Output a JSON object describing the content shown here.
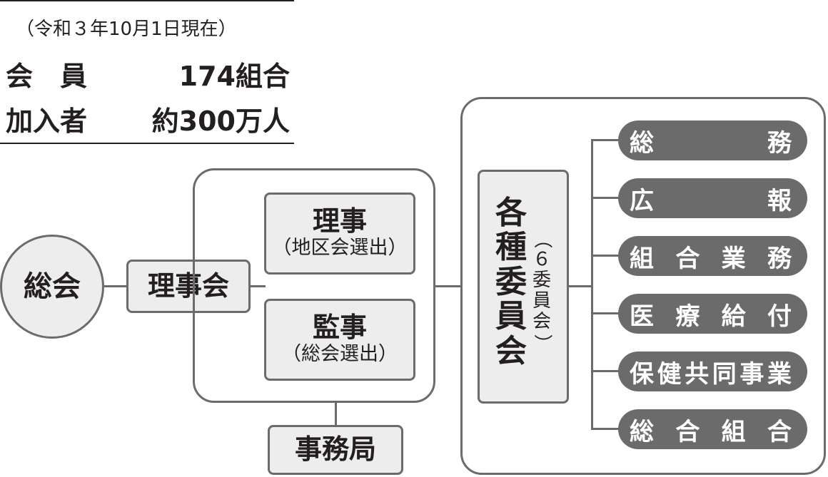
{
  "header": {
    "date_note": "（令和３年10月1日現在）",
    "members_label": "会　員",
    "members_value": "174組合",
    "subscribers_label": "加入者",
    "subscribers_value": "約300万人"
  },
  "org": {
    "general_meeting": "総会",
    "board": "理事会",
    "directors_title": "理事",
    "directors_note": "（地区会選出）",
    "auditors_title": "監事",
    "auditors_note": "（総会選出）",
    "secretariat": "事務局",
    "committees_title": [
      "各",
      "種",
      "委",
      "員",
      "会"
    ],
    "committees_note": [
      "（",
      "６",
      "委",
      "員",
      "会",
      "）"
    ],
    "committees": [
      {
        "left": "総",
        "right": "務"
      },
      {
        "left": "広",
        "right": "報"
      },
      {
        "chars": [
          "組",
          "合",
          "業",
          "務"
        ]
      },
      {
        "chars": [
          "医",
          "療",
          "給",
          "付"
        ]
      },
      {
        "chars": [
          "保",
          "健",
          "共",
          "同",
          "事",
          "業"
        ]
      },
      {
        "chars": [
          "総",
          "合",
          "組",
          "合"
        ]
      }
    ]
  },
  "colors": {
    "dark_gray": "#6b6b6b",
    "light_gray": "#ededed",
    "text": "#231f20"
  }
}
